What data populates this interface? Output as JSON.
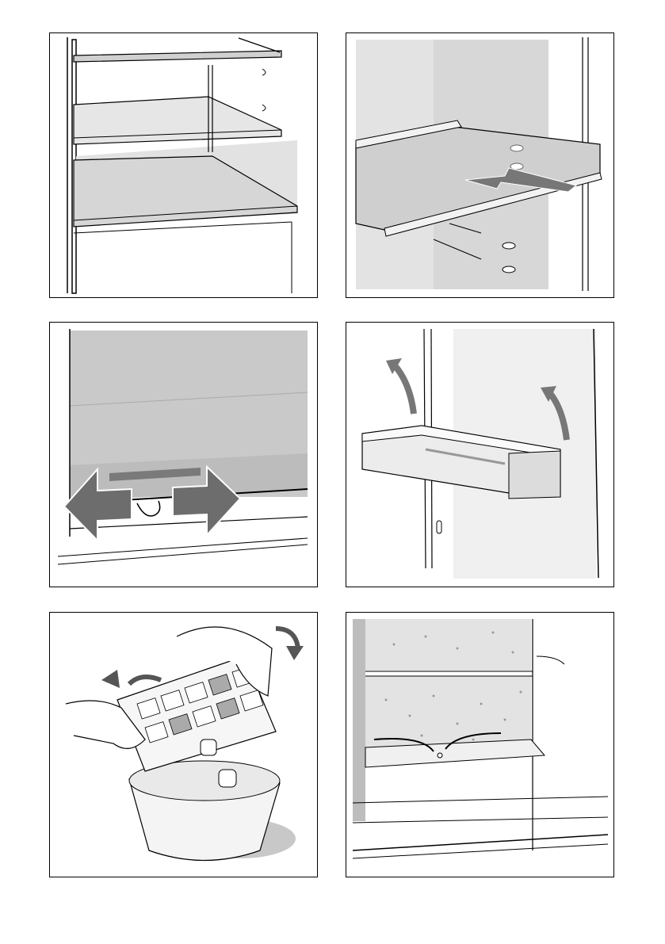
{
  "page": {
    "background": "#ffffff"
  },
  "colors": {
    "line": "#000000",
    "shade_light": "#e4e4e4",
    "shade_mid": "#d0d0d0",
    "shade_dark": "#bdbdbd",
    "arrow": "#777777"
  },
  "panels": [
    {
      "illustration": "fridge-shelves-in-compartment"
    },
    {
      "illustration": "pull-out-glass-shelf"
    },
    {
      "illustration": "slide-drawer-cover-left-right"
    },
    {
      "illustration": "lift-door-shelf-out"
    },
    {
      "illustration": "twist-ice-cube-tray-into-bowl"
    },
    {
      "illustration": "defrost-water-drain-channel"
    }
  ]
}
